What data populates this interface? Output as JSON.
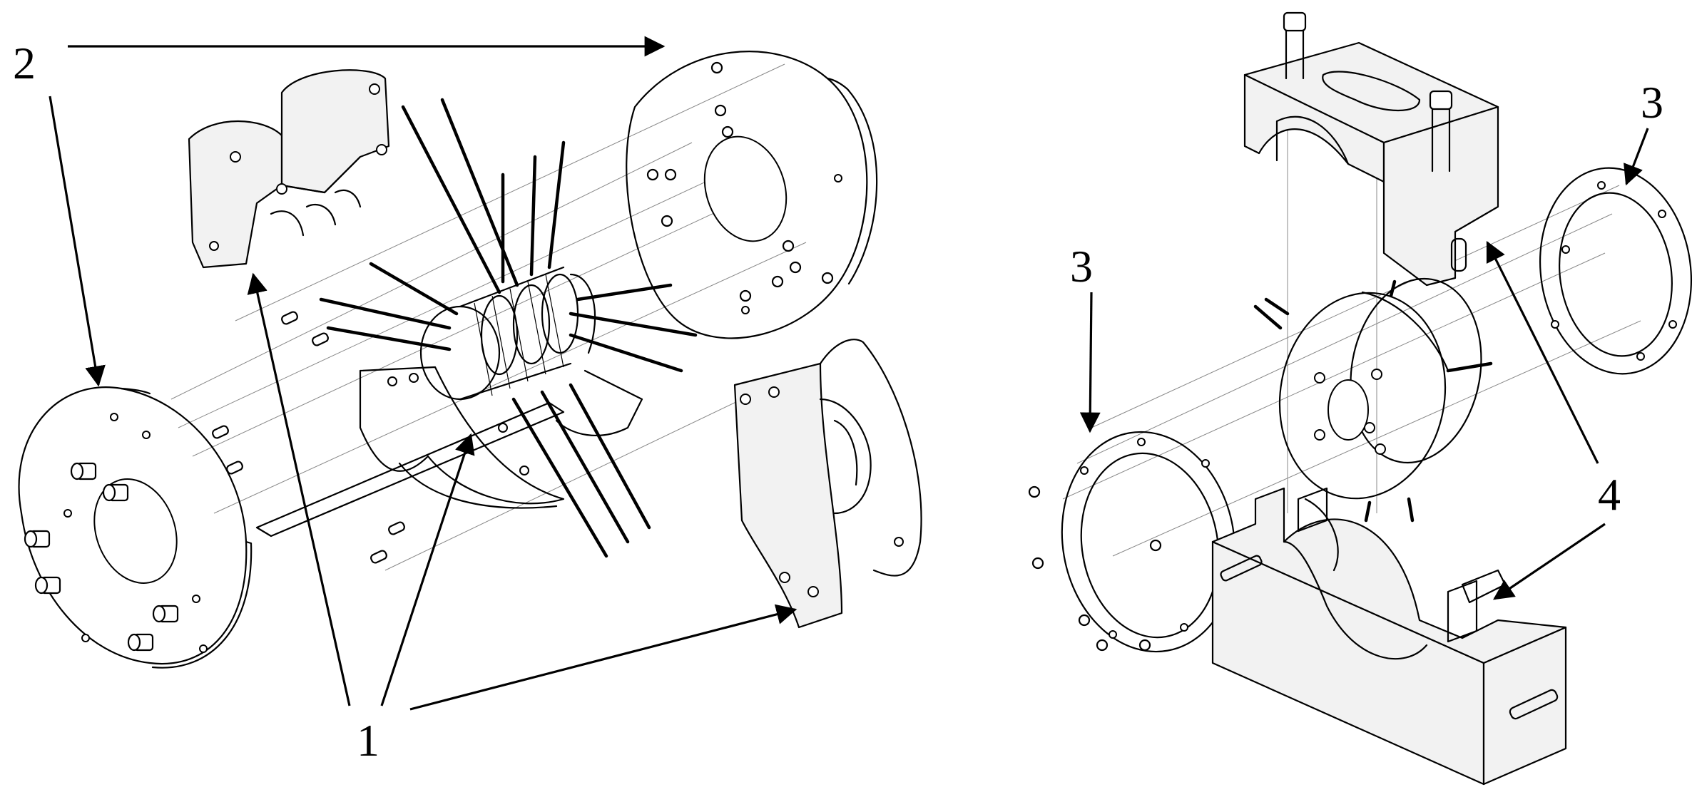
{
  "figure": {
    "callouts": [
      {
        "id": "c2",
        "text": "2"
      },
      {
        "id": "c1",
        "text": "1"
      },
      {
        "id": "c3a",
        "text": "3"
      },
      {
        "id": "c3b",
        "text": "3"
      },
      {
        "id": "c4",
        "text": "4"
      }
    ]
  }
}
